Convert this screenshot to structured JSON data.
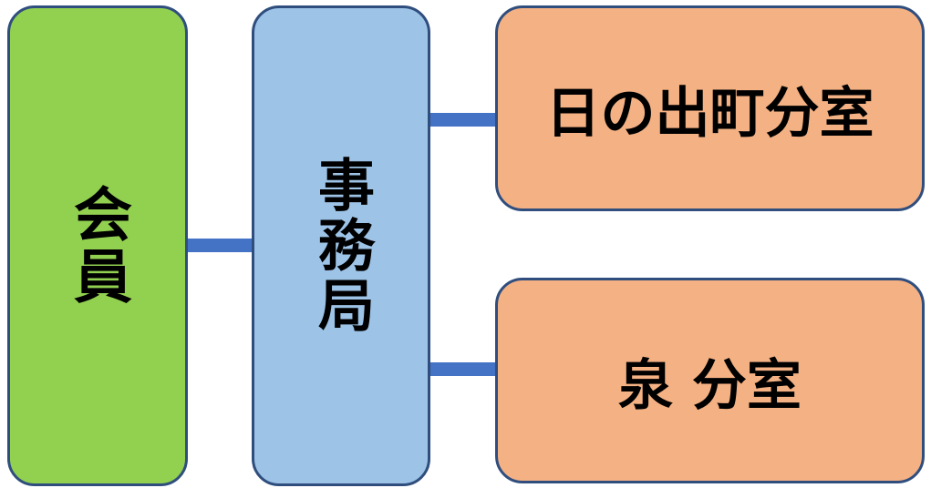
{
  "diagram": {
    "members": {
      "label": "会員"
    },
    "secretariat": {
      "label": "事務局"
    },
    "branches": [
      {
        "label": "日の出町分室"
      },
      {
        "label": "泉 分室"
      }
    ]
  },
  "colors": {
    "members_fill": "#92d050",
    "secretariat_fill": "#9dc3e6",
    "branch_fill": "#f4b183",
    "border": "#2f4e7e",
    "connector": "#4472c4"
  }
}
